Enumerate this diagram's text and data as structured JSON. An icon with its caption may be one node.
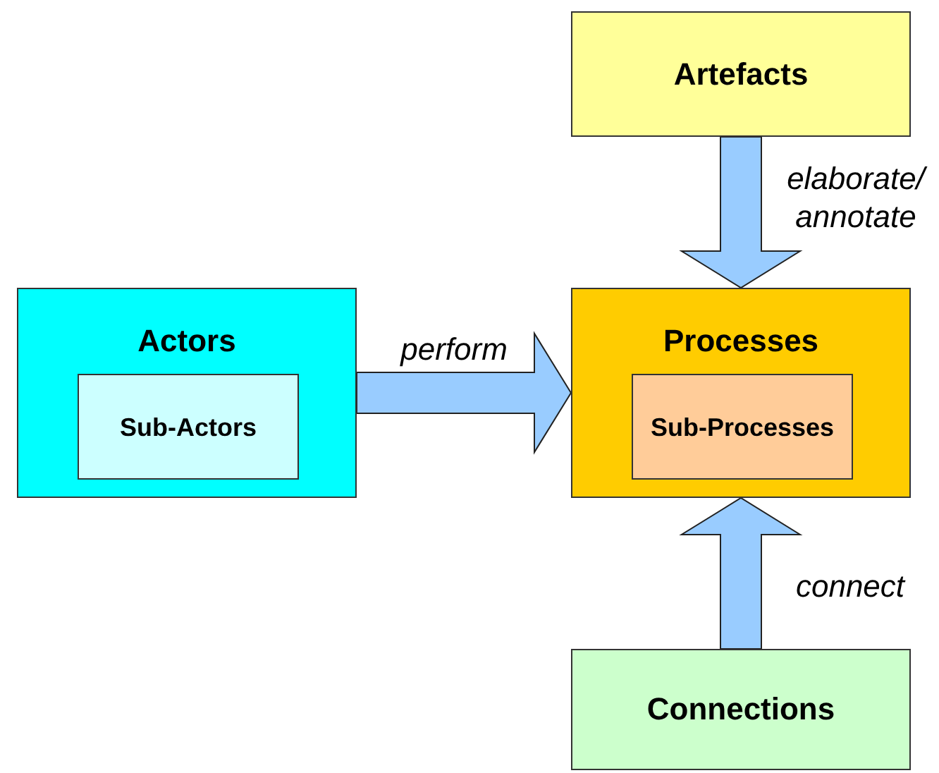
{
  "diagram": {
    "nodes": [
      {
        "text": [
          "Artefacts"
        ]
      },
      {
        "text": [
          "Actors"
        ]
      },
      {
        "text": [
          "Sub-Actors"
        ],
        "in": 1
      },
      {
        "text": [
          "Processes"
        ]
      },
      {
        "text": [
          "Sub-Processes"
        ],
        "in": 3
      },
      {
        "text": [
          "Connections"
        ]
      }
    ],
    "edges": [
      {
        "from": 0,
        "to": 3,
        "arrow": "to",
        "label": "elaborate/ annotate",
        "style": "thick"
      },
      {
        "from": 1,
        "to": 3,
        "arrow": "to",
        "label": "perform",
        "style": "thick"
      },
      {
        "from": 5,
        "to": 3,
        "arrow": "to",
        "label": "connect",
        "style": "thick"
      }
    ]
  }
}
